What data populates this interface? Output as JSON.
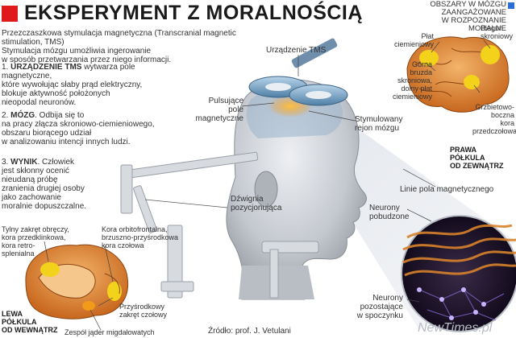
{
  "title": "EKSPERYMENT Z MORALNOŚCIĄ",
  "intro": {
    "line1": "Przezczaszkowa stymulacja magnetyczna (Transcranial magnetic stimulation, TMS)",
    "line2": "Stymulacja mózgu umożliwia ingerowanie",
    "line3": "w sposób przetwarzania przez niego informacji."
  },
  "steps": [
    {
      "num": "1.",
      "head": "URZĄDZENIE TMS",
      "lines": [
        " wytwarza pole magnetyczne,",
        "które wywołując słaby prąd elektryczny,",
        "blokuje aktywność położonych",
        "nieopodal neuronów."
      ]
    },
    {
      "num": "2.",
      "head": "MÓZG",
      "lines": [
        ". Odbija się to",
        "na pracy złącza skroniowo-ciemieniowego,",
        "obszaru biorącego udział",
        "w analizowaniu intencji innych ludzi."
      ]
    },
    {
      "num": "3.",
      "head": "WYNIK",
      "lines": [
        ". Człowiek",
        "jest skłonny ocenić",
        "nieudaną próbę",
        "zranienia drugiej osoby",
        "jako zachowanie",
        "moralnie dopuszczalne."
      ]
    }
  ],
  "labels": {
    "tms_device": "Urządzenie TMS",
    "pulsing_fields": [
      "Pulsujące",
      "pole magnetyczne"
    ],
    "stimulated_region": [
      "Stymulowany",
      "rejon mózgu"
    ],
    "lever": [
      "Dźwignia",
      "pozycjonująca"
    ],
    "field_lines": "Linie pola magnetycznego",
    "excited_neurons": [
      "Neurony",
      "pobudzone"
    ],
    "resting_neurons": [
      "Neurony",
      "pozostające",
      "w spoczynku"
    ],
    "source": "Źródło: prof. J. Vetulani",
    "watermark": "NewTimes.pl"
  },
  "right_brain": {
    "heading": [
      "OBSZARY W MÓZGU",
      "ZAANGAŻOWANE",
      "W ROZPOZNANIE MORALNE"
    ],
    "plat_ciem": [
      "Płat",
      "ciemieniowy"
    ],
    "biegun": [
      "Biegun",
      "skroniowy"
    ],
    "gorna_bruzda": [
      "Górna",
      "bruzda",
      "skroniowa,",
      "dolny płat",
      "ciemieniowy"
    ],
    "grzbietowo": [
      "Grzbietowo-",
      "boczna",
      "kora",
      "przedczołowa"
    ],
    "caption": [
      "PRAWA",
      "PÓŁKULA",
      "OD ZEWNĄTRZ"
    ]
  },
  "left_brain": {
    "zakret_obreczy": [
      "Tylny zakręt obręczy,",
      "kora przedklinkowa,",
      "kora retro-",
      "splenialna"
    ],
    "kora_orbito": [
      "Kora orbitofrontalna,",
      "brzuszno-przyśrodkowa",
      "kora czołowa"
    ],
    "przysrodkowy": [
      "Przyśrodkowy",
      "zakręt czołowy"
    ],
    "zespol": "Zespół jąder migdałowatych",
    "caption": [
      "LEWA",
      "PÓŁKULA",
      "OD WEWNĄTRZ"
    ]
  },
  "colors": {
    "accent_red": "#e01a1a",
    "legend_blue": "#2a6fd6",
    "brain_orange": "#e68a2e",
    "highlight_yellow": "#f2d21a",
    "head_gray": "#c9ccd2",
    "coil_blue": "#8fb6d8"
  }
}
